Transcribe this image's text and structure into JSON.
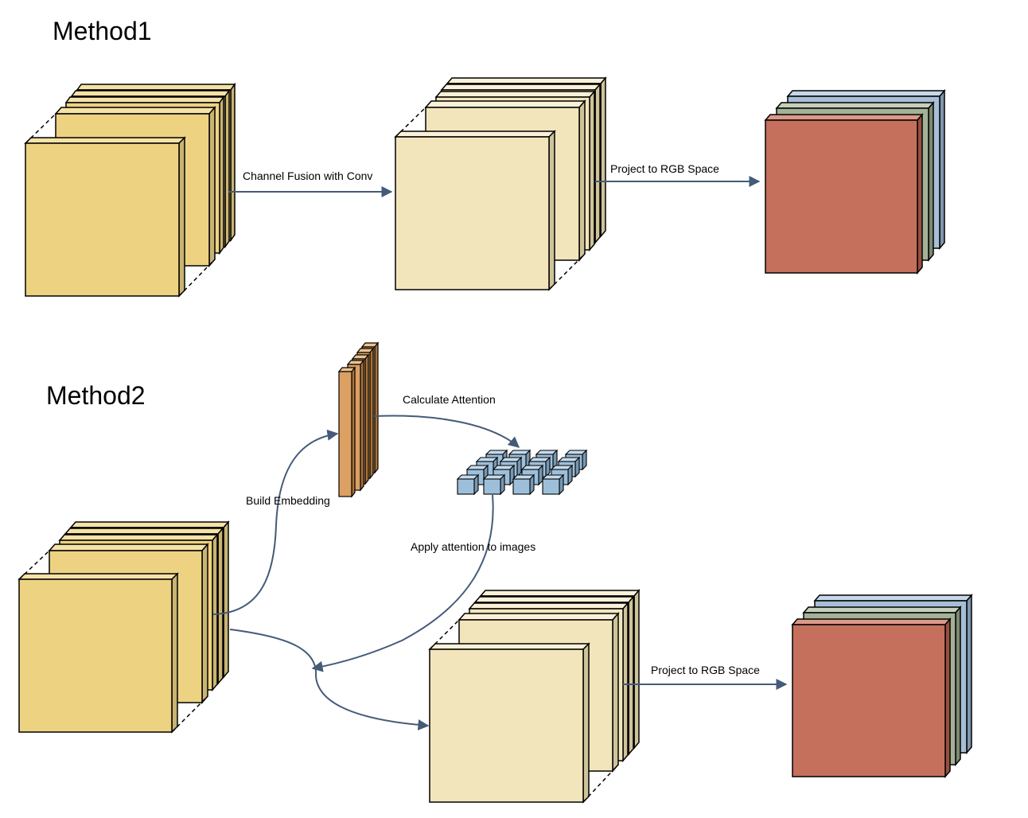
{
  "method1": {
    "title": "Method1",
    "label_fusion": "Channel Fusion with Conv",
    "label_project": "Project to RGB Space"
  },
  "method2": {
    "title": "Method2",
    "label_calc_attention": "Calculate Attention",
    "label_build_embedding": "Build Embedding",
    "label_apply_attention": "Apply attention to images",
    "label_project": "Project to RGB Space"
  },
  "colors": {
    "input_block": "#edd282",
    "fused_block": "#f3e5bb",
    "embedding": "#dba062",
    "attention_cube": "#9dbfda",
    "rgb_red": "#c4705c",
    "rgb_green": "#a3b296",
    "rgb_blue": "#a7bfd6",
    "arrow": "#445b78",
    "outline": "#000000"
  }
}
